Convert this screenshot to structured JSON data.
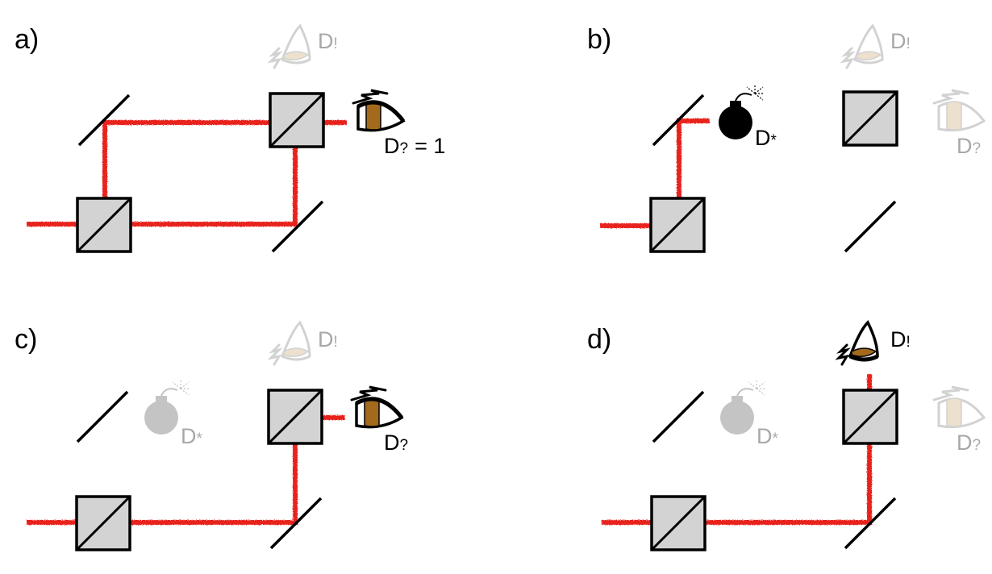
{
  "colors": {
    "beam": "#e8241a",
    "splitter_fill": "#d3d3d3",
    "inactive": "#a8a8a8",
    "iris": "#a36a1c",
    "ink": "#000000"
  },
  "detectors": {
    "question": {
      "main": "D",
      "sub": "?"
    },
    "exclaim": {
      "main": "D",
      "sub": "!"
    },
    "star": {
      "main": "D",
      "sub": "*"
    }
  },
  "panels": [
    {
      "id": "a",
      "label": "a)",
      "result_text": "= 1"
    },
    {
      "id": "b",
      "label": "b)"
    },
    {
      "id": "c",
      "label": "c)"
    },
    {
      "id": "d",
      "label": "d)"
    }
  ]
}
